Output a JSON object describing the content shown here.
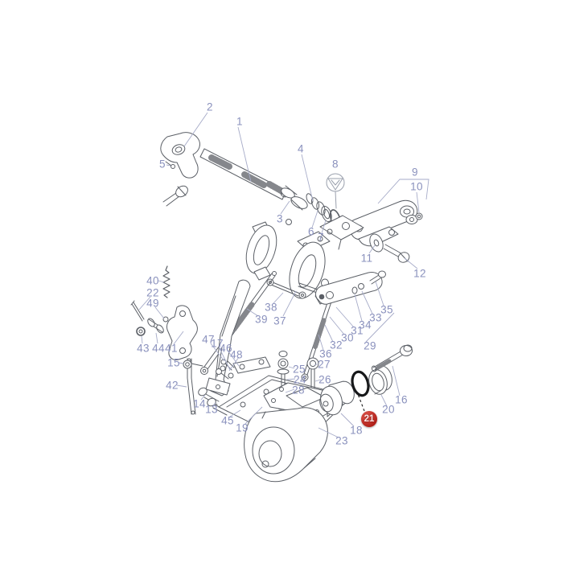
{
  "figure": {
    "type": "exploded-parts-diagram",
    "background": "#ffffff",
    "colors": {
      "line": "#5b5f66",
      "label": "#8a91bd",
      "highlight": "#c02420",
      "highlight_text": "#ffffff"
    },
    "highlighted_callout": "21",
    "symbols": [
      {
        "name": "triangle-in-circle-logo",
        "at_part": "8"
      }
    ]
  },
  "callouts": {
    "c1": "1",
    "c2": "2",
    "c3": "3",
    "c4": "4",
    "c5": "5",
    "c6": "6",
    "c7": "7",
    "c8": "8",
    "c9": "9",
    "c10": "10",
    "c11": "11",
    "c12": "12",
    "c13": "13",
    "c14": "14",
    "c15": "15",
    "c16": "16",
    "c17": "17",
    "c18": "18",
    "c19": "19",
    "c20": "20",
    "c21": "21",
    "c22": "22",
    "c23": "23",
    "c24": "24",
    "c25": "25",
    "c26": "26",
    "c27": "27",
    "c28": "28",
    "c29": "29",
    "c30": "30",
    "c31": "31",
    "c32": "32",
    "c33": "33",
    "c34": "34",
    "c35": "35",
    "c36": "36",
    "c37": "37",
    "c38": "38",
    "c39": "39",
    "c40": "40",
    "c41": "41",
    "c42": "42",
    "c43": "43",
    "c44": "44",
    "c45": "45",
    "c46": "46",
    "c47": "47",
    "c48": "48",
    "c49": "49"
  }
}
